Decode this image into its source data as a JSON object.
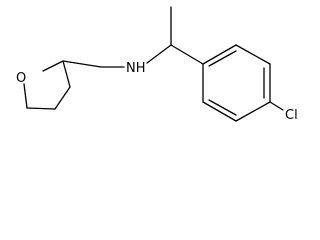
{
  "molecule": {
    "atom_labels": {
      "oxygen": "O",
      "nitrogen_hydrogen": "NH",
      "chlorine": "Cl"
    },
    "line_color": "#000000",
    "background_color": "#ffffff"
  }
}
